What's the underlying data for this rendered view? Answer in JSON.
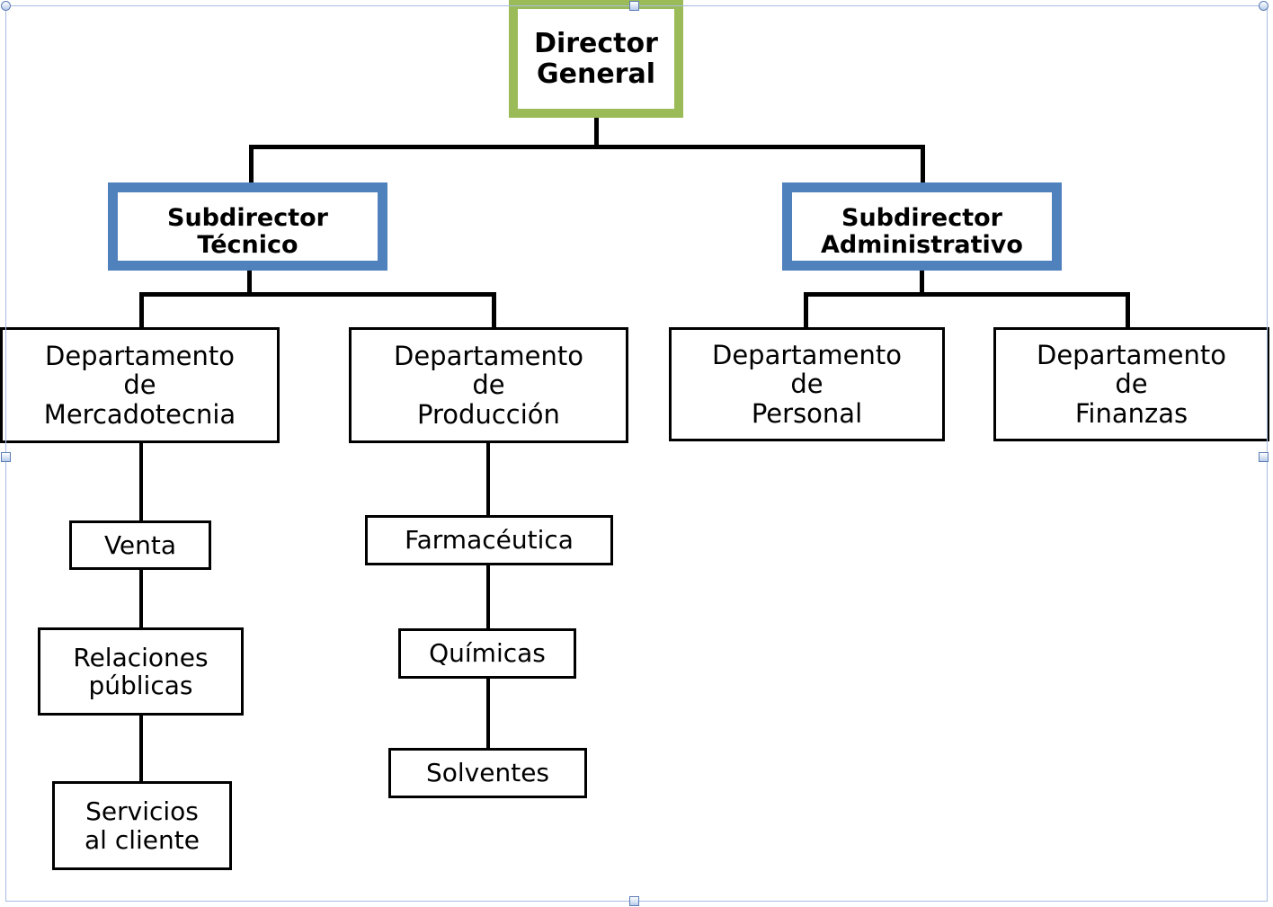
{
  "document": {
    "type": "organizational-chart",
    "language": "es",
    "background_color": "#ffffff"
  },
  "colors": {
    "root_border": "#9bbb59",
    "level2_border": "#4f81bd",
    "node_border": "#000000",
    "connector": "#000000",
    "selection_frame": "#a7bde3",
    "text": "#000000"
  },
  "chart_data": {
    "type": "diagram",
    "title": "",
    "nodes": [
      {
        "id": "director-general",
        "label": "Director\nGeneral",
        "style": "green"
      },
      {
        "id": "subdirector-tecnico",
        "label": "Subdirector\nTécnico",
        "style": "blue"
      },
      {
        "id": "subdirector-administrativo",
        "label": "Subdirector\nAdministrativo",
        "style": "blue"
      },
      {
        "id": "departamento-mercadotecnia",
        "label": "Departamento\nde\nMercadotecnia",
        "style": "plain"
      },
      {
        "id": "departamento-produccion",
        "label": "Departamento\nde\nProducción",
        "style": "plain"
      },
      {
        "id": "departamento-personal",
        "label": "Departamento\nde\nPersonal",
        "style": "plain"
      },
      {
        "id": "departamento-finanzas",
        "label": "Departamento\nde\nFinanzas",
        "style": "plain"
      },
      {
        "id": "venta",
        "label": "Venta",
        "style": "plain"
      },
      {
        "id": "relaciones-publicas",
        "label": "Relaciones\npúblicas",
        "style": "plain"
      },
      {
        "id": "servicios-al-cliente",
        "label": "Servicios\nal cliente",
        "style": "plain"
      },
      {
        "id": "farmaceutica",
        "label": "Farmacéutica",
        "style": "plain"
      },
      {
        "id": "quimicas",
        "label": "Químicas",
        "style": "plain"
      },
      {
        "id": "solventes",
        "label": "Solventes",
        "style": "plain"
      }
    ],
    "edges": [
      {
        "from": "director-general",
        "to": "subdirector-tecnico"
      },
      {
        "from": "director-general",
        "to": "subdirector-administrativo"
      },
      {
        "from": "subdirector-tecnico",
        "to": "departamento-mercadotecnia"
      },
      {
        "from": "subdirector-tecnico",
        "to": "departamento-produccion"
      },
      {
        "from": "subdirector-administrativo",
        "to": "departamento-personal"
      },
      {
        "from": "subdirector-administrativo",
        "to": "departamento-finanzas"
      },
      {
        "from": "departamento-mercadotecnia",
        "to": "venta"
      },
      {
        "from": "venta",
        "to": "relaciones-publicas"
      },
      {
        "from": "relaciones-publicas",
        "to": "servicios-al-cliente"
      },
      {
        "from": "departamento-produccion",
        "to": "farmaceutica"
      },
      {
        "from": "farmaceutica",
        "to": "quimicas"
      },
      {
        "from": "quimicas",
        "to": "solventes"
      }
    ]
  },
  "nodes": {
    "director_general": "Director\nGeneral",
    "subdirector_tecnico": "Subdirector\nTécnico",
    "subdirector_administrativo": "Subdirector\nAdministrativo",
    "departamento_mercadotecnia": "Departamento\nde\nMercadotecnia",
    "departamento_produccion": "Departamento\nde\nProducción",
    "departamento_personal": "Departamento\nde\nPersonal",
    "departamento_finanzas": "Departamento\nde\nFinanzas",
    "venta": "Venta",
    "relaciones_publicas": "Relaciones\npúblicas",
    "servicios_al_cliente": "Servicios\nal cliente",
    "farmaceutica": "Farmacéutica",
    "quimicas": "Químicas",
    "solventes": "Solventes"
  }
}
